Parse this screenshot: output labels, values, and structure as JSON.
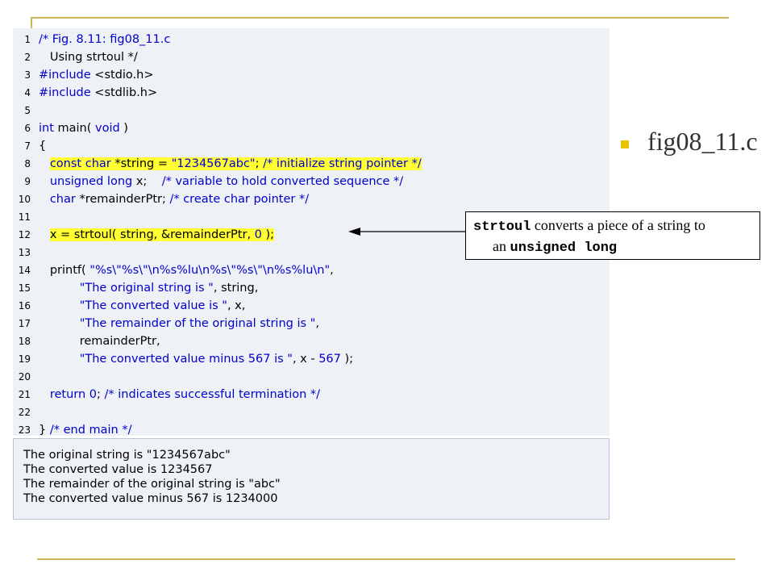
{
  "slide": {
    "title": "fig08_11.c"
  },
  "code_lines": [
    {
      "num": "1",
      "text": "/* Fig. 8.11: fig08_11.c"
    },
    {
      "num": "2",
      "text": "   Using strtoul */"
    },
    {
      "num": "3",
      "text": "#include <stdio.h>"
    },
    {
      "num": "4",
      "text": "#include <stdlib.h>"
    },
    {
      "num": "5",
      "text": ""
    },
    {
      "num": "6",
      "text": "int main( void )"
    },
    {
      "num": "7",
      "text": "{"
    },
    {
      "num": "8",
      "text": "   const char *string = \"1234567abc\"; /* initialize string pointer */",
      "highlight": true
    },
    {
      "num": "9",
      "text": "   unsigned long x;    /* variable to hold converted sequence */"
    },
    {
      "num": "10",
      "text": "   char *remainderPtr; /* create char pointer */"
    },
    {
      "num": "11",
      "text": ""
    },
    {
      "num": "12",
      "text": "   x = strtoul( string, &remainderPtr, 0 );",
      "highlight": true
    },
    {
      "num": "13",
      "text": ""
    },
    {
      "num": "14",
      "text": "   printf( \"%s\\\"%s\\\"\\n%s%lu\\n%s\\\"%s\\\"\\n%s%lu\\n\","
    },
    {
      "num": "15",
      "text": "           \"The original string is \", string,"
    },
    {
      "num": "16",
      "text": "           \"The converted value is \", x,"
    },
    {
      "num": "17",
      "text": "           \"The remainder of the original string is \","
    },
    {
      "num": "18",
      "text": "           remainderPtr,"
    },
    {
      "num": "19",
      "text": "           \"The converted value minus 567 is \", x - 567 );"
    },
    {
      "num": "20",
      "text": ""
    },
    {
      "num": "21",
      "text": "   return 0; /* indicates successful termination */"
    },
    {
      "num": "22",
      "text": ""
    },
    {
      "num": "23",
      "text": "} /* end main */"
    }
  ],
  "output_lines": [
    "The original string is \"1234567abc\"",
    "The converted value is 1234567",
    "The remainder of the original string is \"abc\"",
    "The converted value minus 567 is 1234000"
  ],
  "callout": {
    "code1": "strtoul",
    "text1": " converts a piece of a string to",
    "text2": "an ",
    "code2": "unsigned long"
  },
  "colors": {
    "accent_gold": "#cfb45a",
    "bullet": "#e8c300",
    "highlight": "#ffff33",
    "code_blue": "#0000cc",
    "panel_bg": "#eef1f6"
  }
}
